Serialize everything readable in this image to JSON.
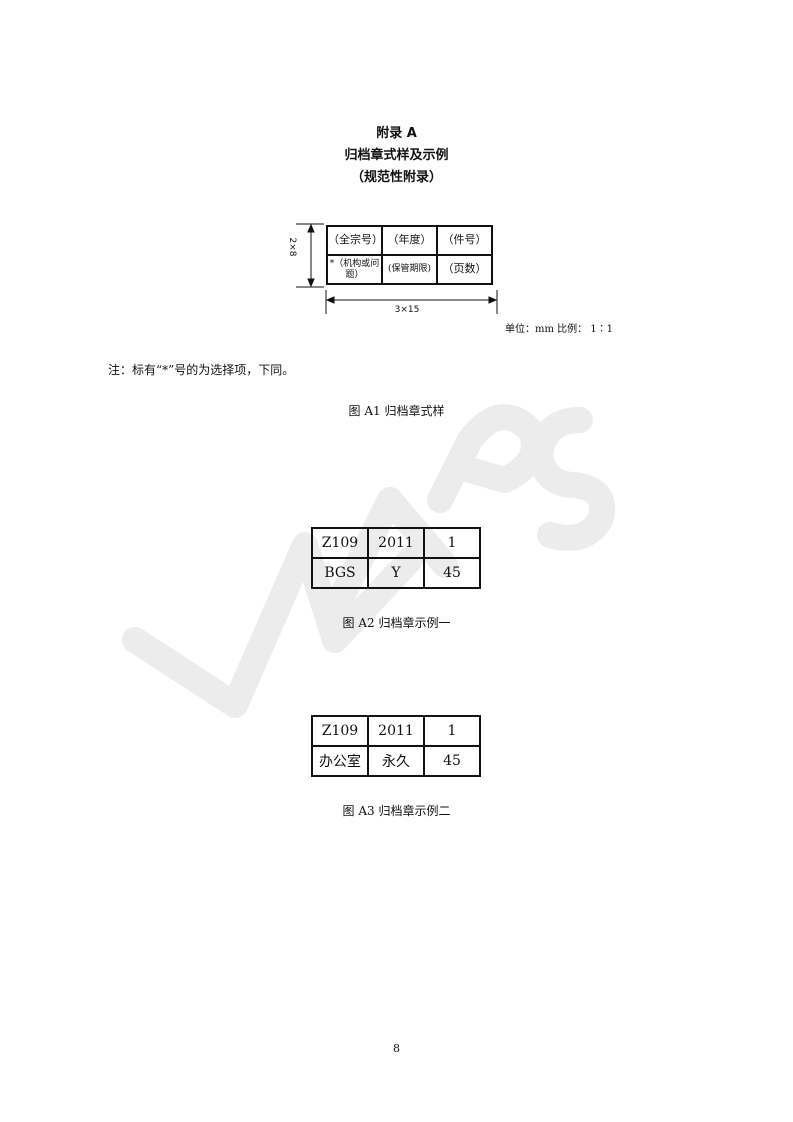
{
  "heading": {
    "appendix": "附录 A",
    "title": "归档章式样及示例",
    "normative": "（规范性附录）"
  },
  "sample_stamp": {
    "row1": [
      "（全宗号）",
      "（年度）",
      "（件号）"
    ],
    "row2": [
      "*（机构或问题）",
      "(保管期限)",
      "（页数）"
    ],
    "height_label": "2×8",
    "width_label": "3×15",
    "unit_scale": "单位：mm 比例： 1∶1"
  },
  "note": "注：标有“*”号的为选择项，下同。",
  "figures": {
    "a1": "图 A1  归档章式样",
    "a2": "图 A2  归档章示例一",
    "a3": "图 A3  归档章示例二"
  },
  "example1": {
    "row1": [
      "Z109",
      "2011",
      "1"
    ],
    "row2": [
      "BGS",
      "Y",
      "45"
    ]
  },
  "example2": {
    "row1": [
      "Z109",
      "2011",
      "1"
    ],
    "row2": [
      "办公室",
      "永久",
      "45"
    ]
  },
  "page_number": "8",
  "colors": {
    "text": "#111111",
    "watermark": "#ececec"
  }
}
